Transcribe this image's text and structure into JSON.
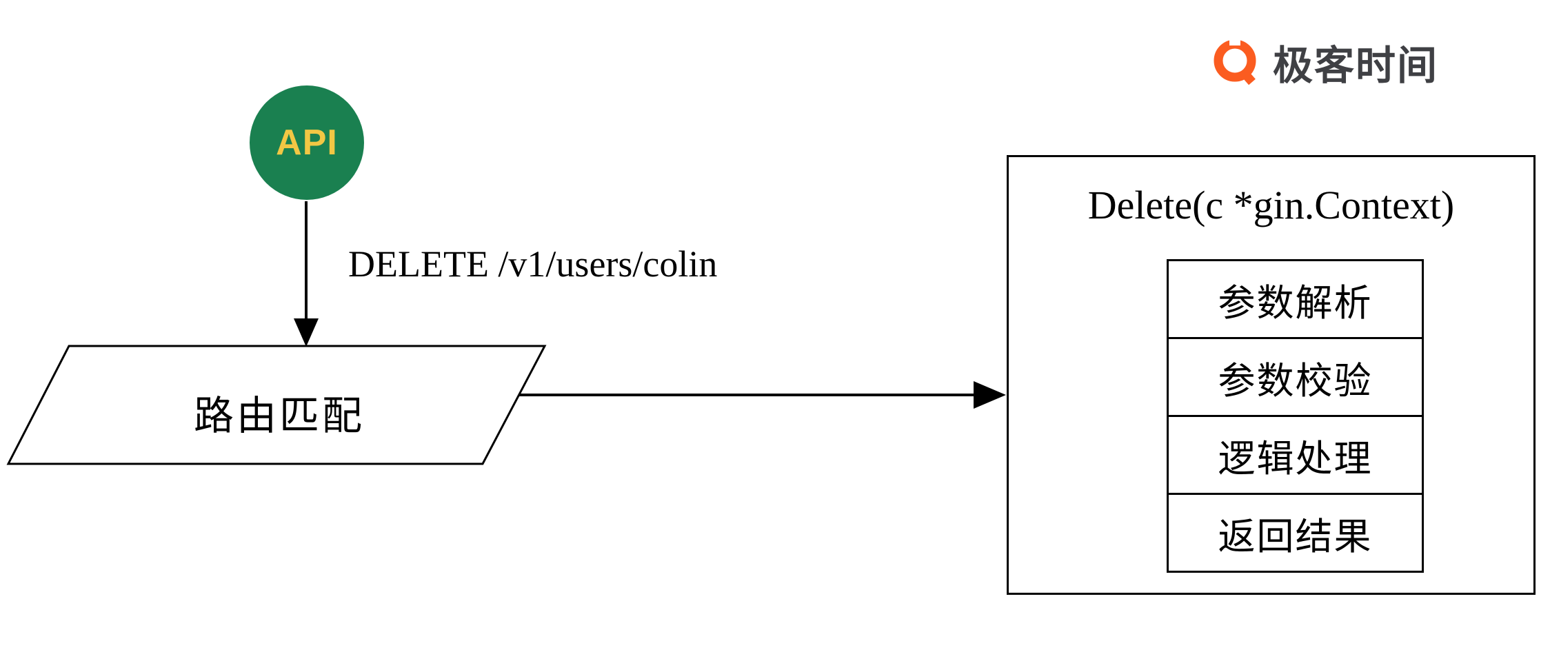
{
  "logo": {
    "text": "极客时间"
  },
  "api_node": {
    "label": "API"
  },
  "request_label": "DELETE /v1/users/colin",
  "route_node": {
    "label": "路由匹配"
  },
  "handler_box": {
    "title": "Delete(c *gin.Context)",
    "steps": [
      "参数解析",
      "参数校验",
      "逻辑处理",
      "返回结果"
    ]
  },
  "colors": {
    "api_circle": "#1a8050",
    "api_label": "#f2c744",
    "logo_orange": "#fb5c20",
    "logo_text": "#3f4044",
    "line": "#000000"
  }
}
